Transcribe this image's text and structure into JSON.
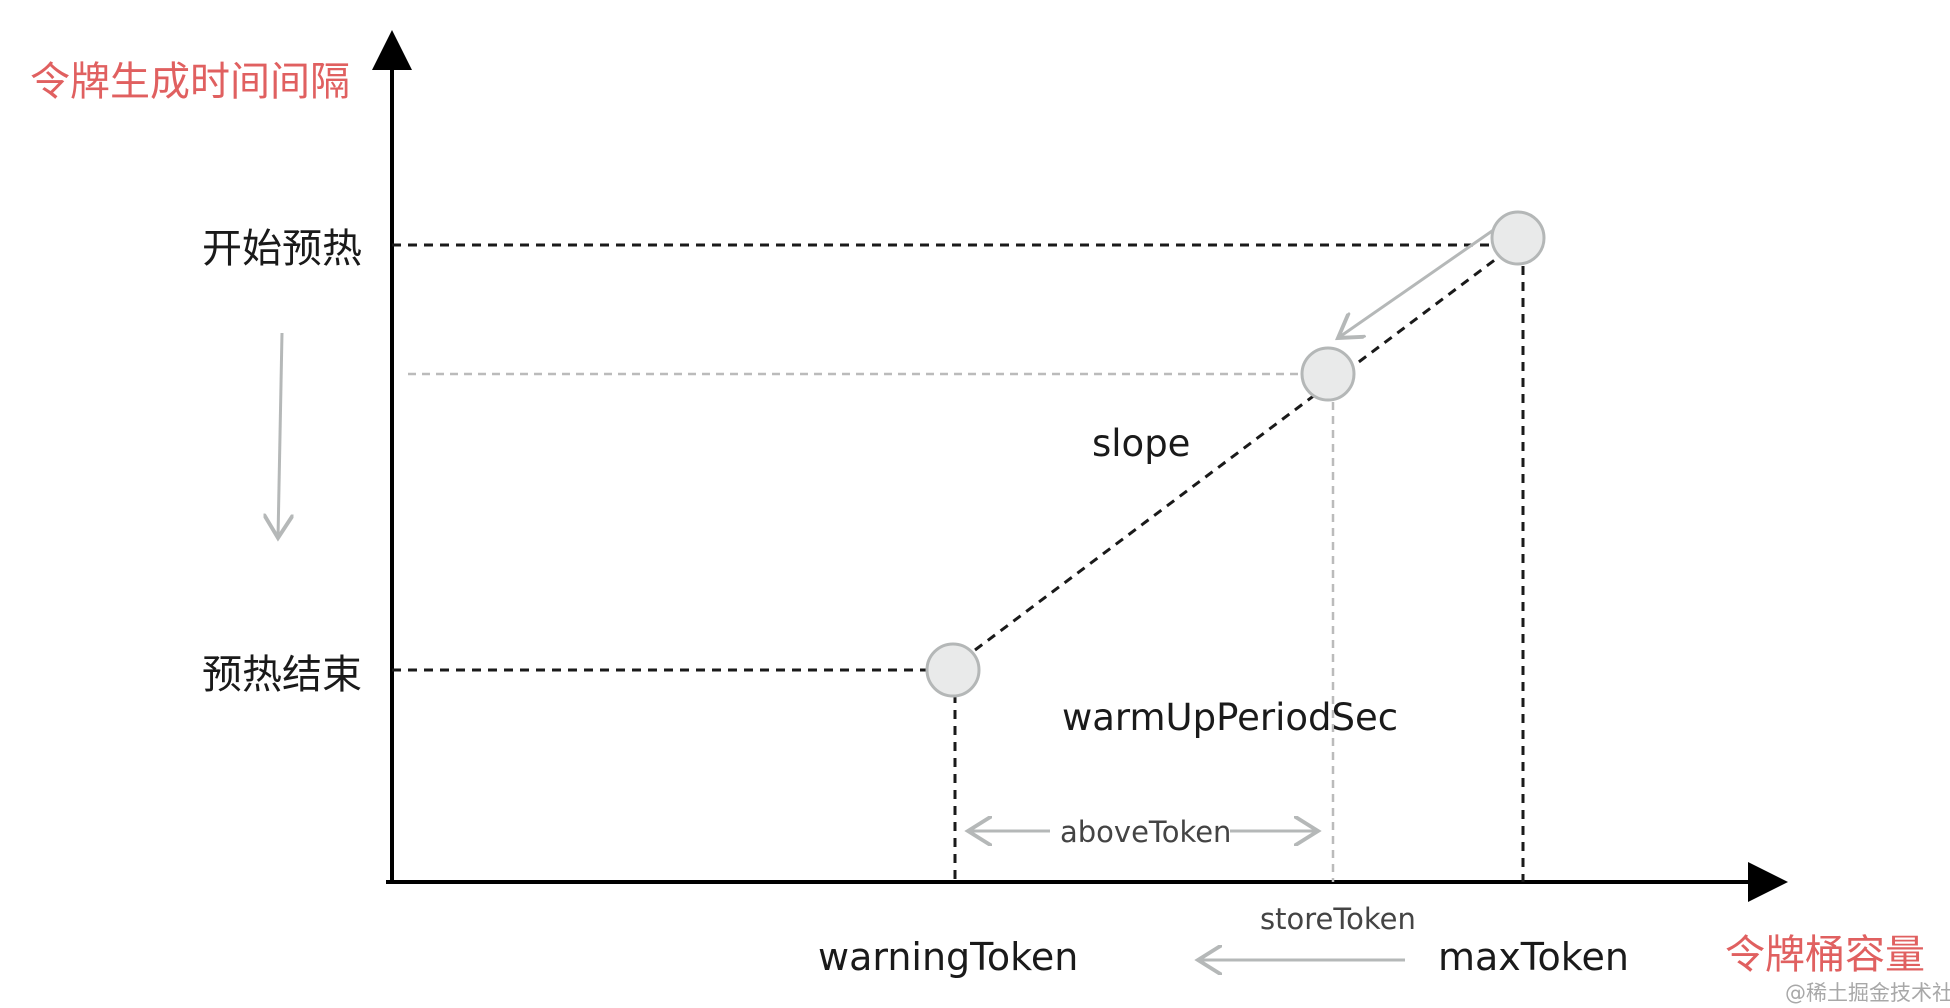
{
  "axes": {
    "y_title": "令牌生成时间间隔",
    "x_title": "令牌桶容量"
  },
  "y_levels": {
    "start_label": "开始预热",
    "end_label": "预热结束"
  },
  "labels": {
    "slope": "slope",
    "warm_up_period": "warmUpPeriodSec",
    "above_token": "aboveToken",
    "store_token": "storeToken",
    "warning_token": "warningToken",
    "max_token": "maxToken"
  },
  "watermark": "@稀土掘金技术社区",
  "colors": {
    "axis_title": "#e06060",
    "text": "#1a1a1a",
    "dashed_black": "#1a1a1a",
    "dashed_gray": "#bbbbbb",
    "arrow_gray": "#b5b8b8",
    "point_fill": "#e9eaea",
    "point_stroke": "#b4b7b7"
  }
}
